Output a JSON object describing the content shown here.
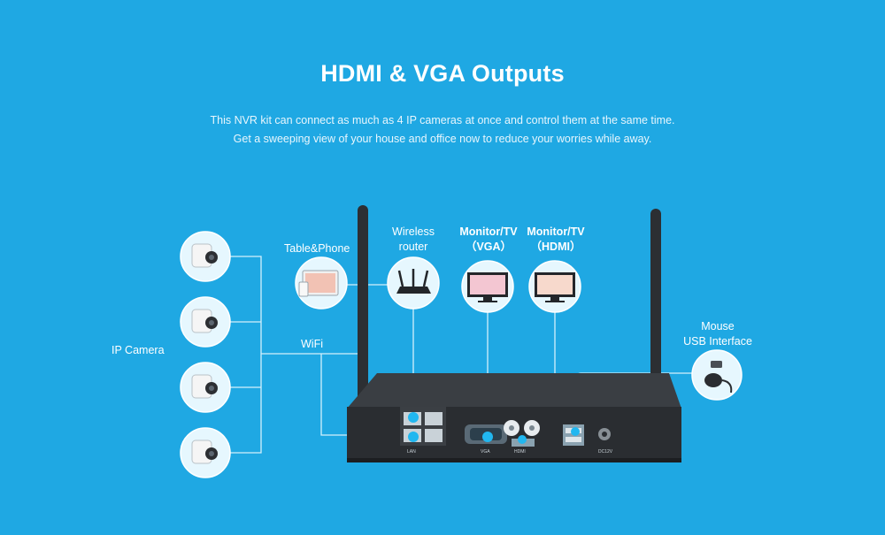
{
  "header": {
    "title": "HDMI & VGA Outputs",
    "subtitle_line1": "This NVR kit can connect as much as 4 IP cameras at once and control them at the same time.",
    "subtitle_line2": "Get a sweeping view of your house and office now to reduce your worries while away."
  },
  "labels": {
    "ip_camera": "IP Camera",
    "wifi": "WiFi",
    "table_phone": "Table&Phone",
    "wireless_line1": "Wireless",
    "wireless_line2": "router",
    "vga_line1": "Monitor/TV",
    "vga_line2": "（VGA）",
    "hdmi_line1": "Monitor/TV",
    "hdmi_line2": "（HDMI）",
    "mouse_line1": "Mouse",
    "mouse_line2": "USB Interface"
  },
  "ports": {
    "vga": "VGA",
    "hdmi": "HDMI",
    "dc": "DC12V",
    "lan": "LAN"
  },
  "colors": {
    "background": "#1fa8e3",
    "connector": "#cfeefb",
    "device": "#2a2d31",
    "highlight": "#21b7f0"
  }
}
